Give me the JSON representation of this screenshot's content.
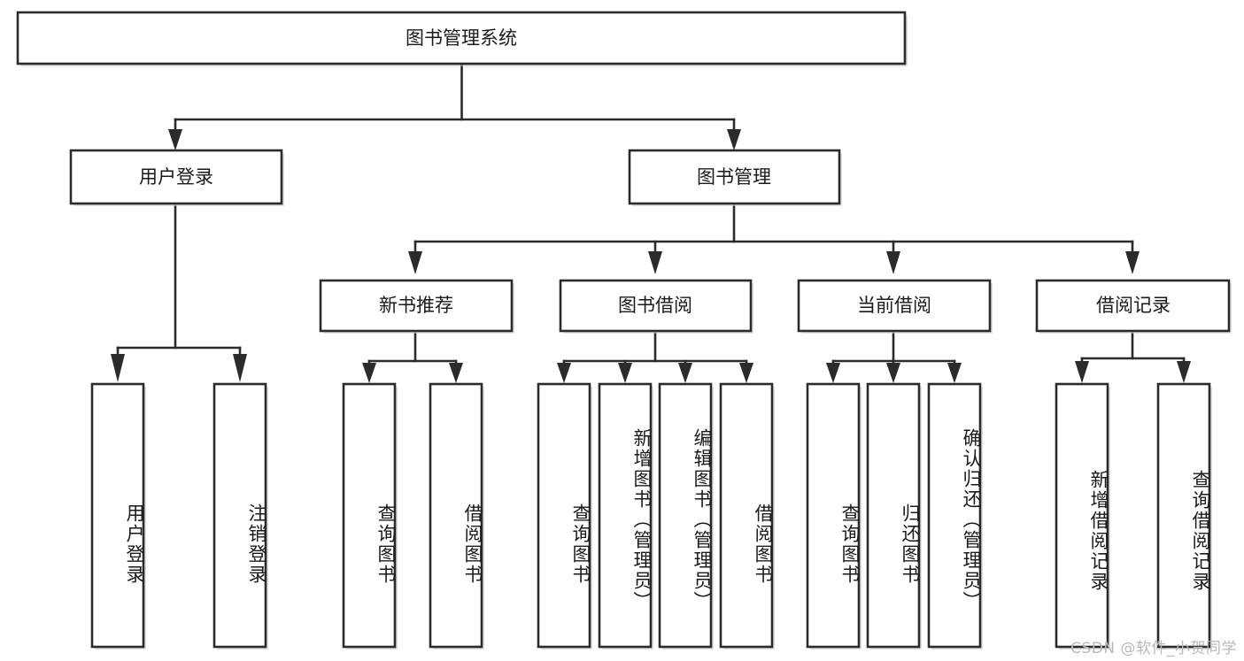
{
  "diagram": {
    "title": "图书管理系统",
    "type": "tree-hierarchy-chart",
    "background_color": "#ffffff",
    "line_color": "#2b2b2b",
    "text_color": "#1a1a1a",
    "root": {
      "label": "图书管理系统"
    },
    "level1": [
      {
        "label": "用户登录"
      },
      {
        "label": "图书管理"
      }
    ],
    "level2": [
      {
        "label": "新书推荐"
      },
      {
        "label": "图书借阅"
      },
      {
        "label": "当前借阅"
      },
      {
        "label": "借阅记录"
      }
    ],
    "leaves": {
      "user_login": [
        {
          "label": "用户登录"
        },
        {
          "label": "注销登录"
        }
      ],
      "new_book_recommend": [
        {
          "label": "查询图书"
        },
        {
          "label": "借阅图书"
        }
      ],
      "book_borrow": [
        {
          "label": "查询图书"
        },
        {
          "label": "新增图书（管理员）"
        },
        {
          "label": "编辑图书（管理员）"
        },
        {
          "label": "借阅图书"
        }
      ],
      "current_borrow": [
        {
          "label": "查询图书"
        },
        {
          "label": "归还图书"
        },
        {
          "label": "确认归还（管理员）"
        }
      ],
      "borrow_record": [
        {
          "label": "新增借阅记录"
        },
        {
          "label": "查询借阅记录"
        }
      ]
    }
  },
  "watermark": {
    "text": "CSDN @软件_小贺同学"
  }
}
